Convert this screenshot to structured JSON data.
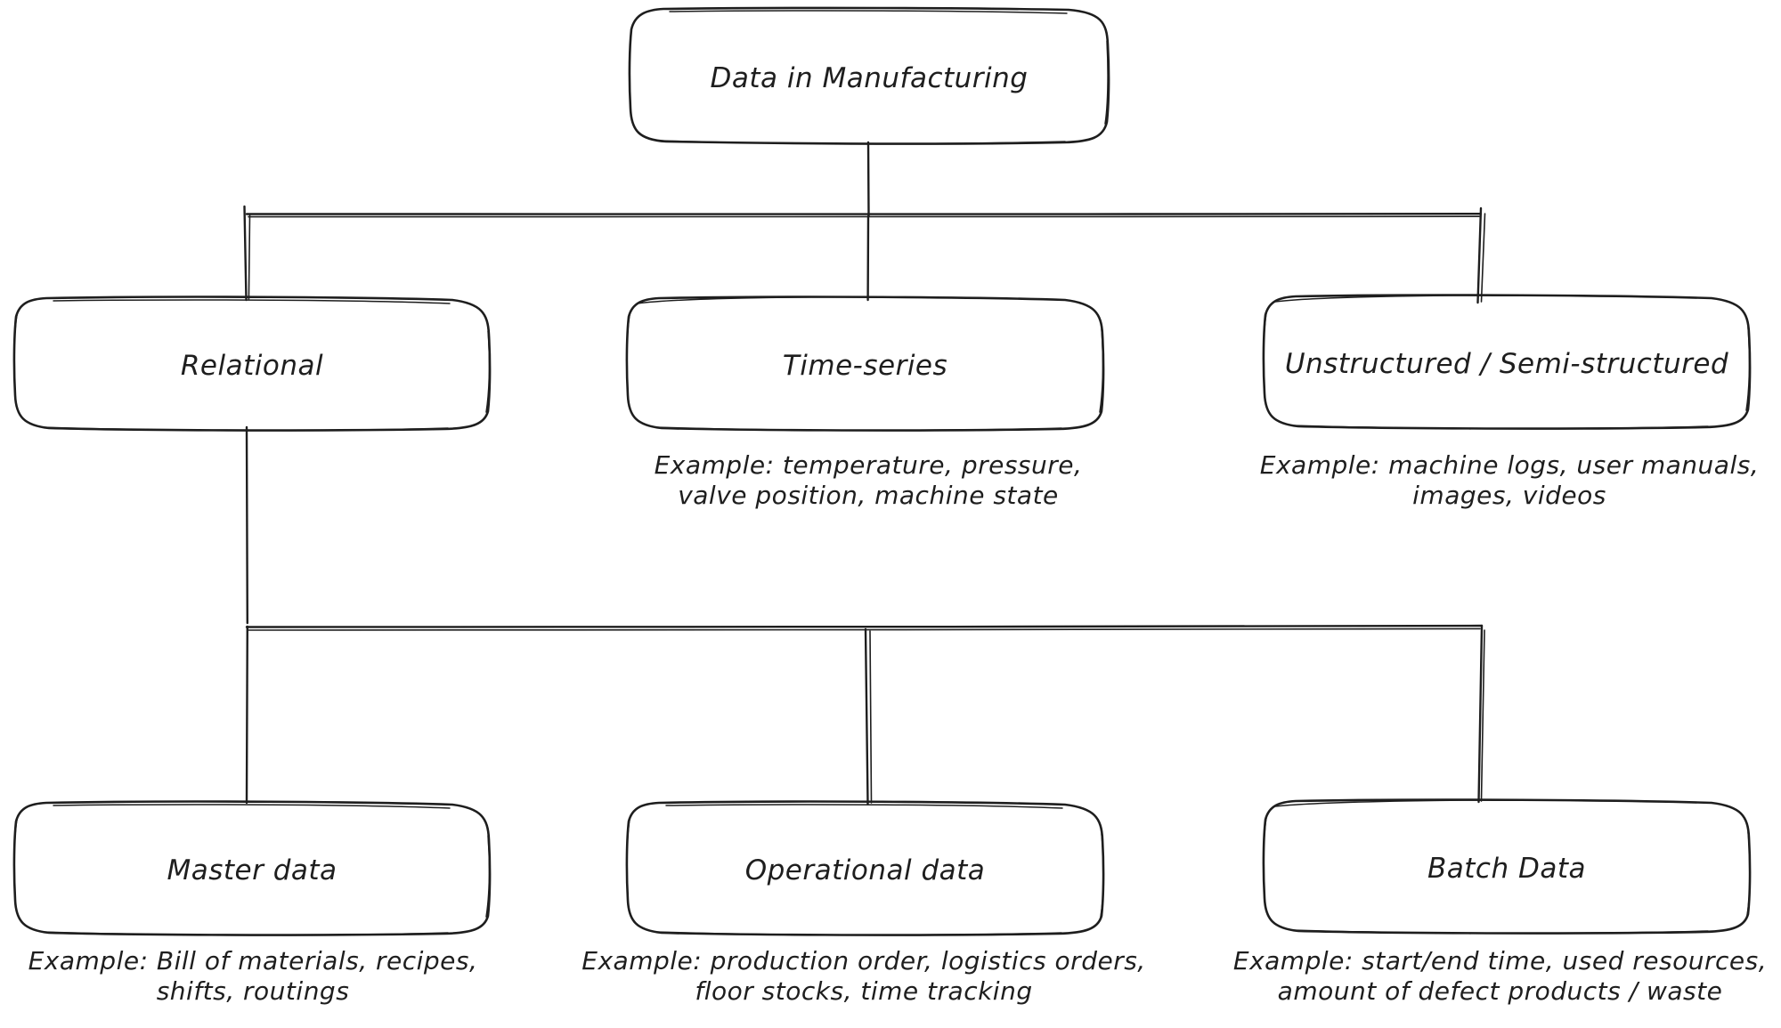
{
  "diagram": {
    "title": "Data in Manufacturing",
    "style": "hand-drawn flowchart",
    "stroke_color": "#1e1e1e",
    "background_color": "#ffffff",
    "levels": [
      {
        "level": 0,
        "nodes": [
          {
            "id": "root",
            "label": "Data in Manufacturing",
            "caption": ""
          }
        ]
      },
      {
        "level": 1,
        "nodes": [
          {
            "id": "relational",
            "label": "Relational",
            "caption": ""
          },
          {
            "id": "timeseries",
            "label": "Time-series",
            "caption": "Example: temperature, pressure,\nvalve position, machine state"
          },
          {
            "id": "unstructured",
            "label": "Unstructured / Semi-structured",
            "caption": "Example: machine logs, user manuals,\nimages, videos"
          }
        ]
      },
      {
        "level": 2,
        "nodes": [
          {
            "id": "master",
            "label": "Master data",
            "caption": "Example: Bill of materials, recipes,\nshifts, routings"
          },
          {
            "id": "operational",
            "label": "Operational data",
            "caption": "Example: production order, logistics orders,\nfloor stocks, time tracking"
          },
          {
            "id": "batch",
            "label": "Batch Data",
            "caption": "Example: start/end time, used resources,\namount of defect products / waste"
          }
        ]
      }
    ],
    "edges": [
      {
        "from": "root",
        "to": "relational"
      },
      {
        "from": "root",
        "to": "timeseries"
      },
      {
        "from": "root",
        "to": "unstructured"
      },
      {
        "from": "relational",
        "to": "master"
      },
      {
        "from": "relational",
        "to": "operational"
      },
      {
        "from": "relational",
        "to": "batch"
      }
    ]
  }
}
